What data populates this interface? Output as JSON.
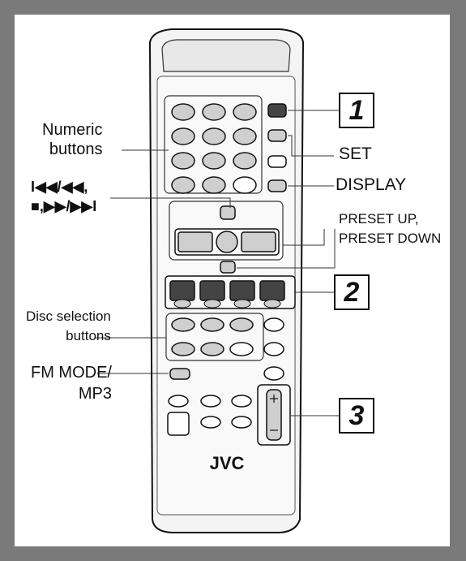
{
  "labels": {
    "numeric_line1": "Numeric",
    "numeric_line2": "buttons",
    "skip_line1": "I◀◀/◀◀,",
    "skip_line2": "■,▶▶/▶▶I",
    "set": "SET",
    "display": "DISPLAY",
    "preset_line1": "PRESET UP,",
    "preset_line2": "PRESET DOWN",
    "disc_line1": "Disc selection",
    "disc_line2": "buttons",
    "fm_line1": "FM MODE/",
    "fm_line2": "MP3"
  },
  "callouts": [
    "1",
    "2",
    "3"
  ],
  "brand": "JVC",
  "colors": {
    "frame": "#7a7a7a",
    "remote_body": "#f4f4f4",
    "button_fill": "#cfcfcf",
    "dark_button": "#444444",
    "outline": "#111111"
  }
}
